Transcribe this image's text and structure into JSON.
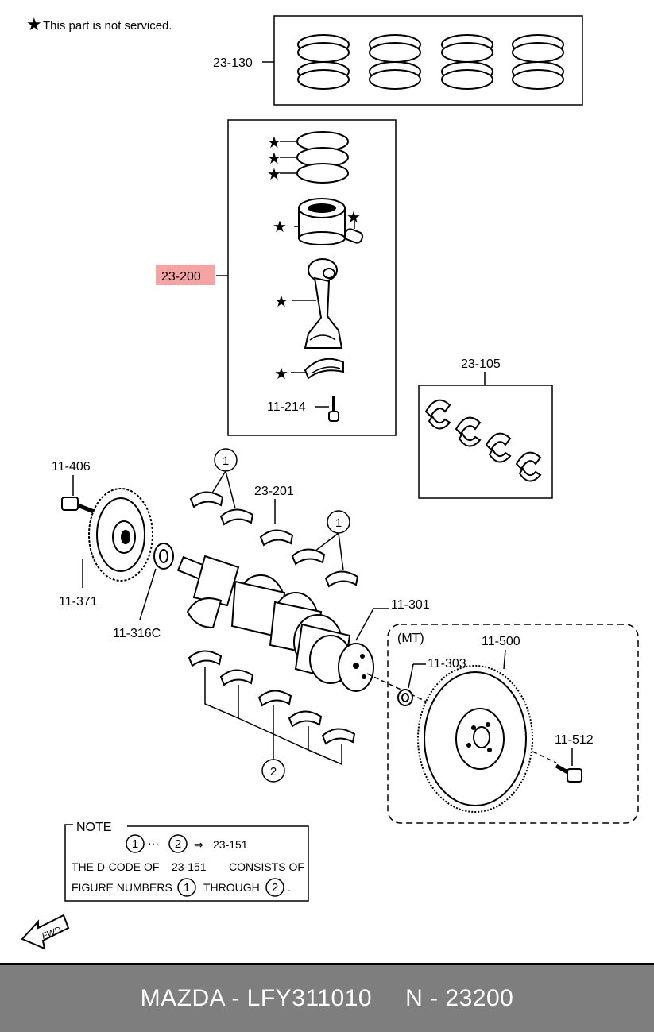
{
  "legend": {
    "star_note": "This part is not serviced."
  },
  "labels": {
    "rings_set": "23-130",
    "piston_assy": "23-200",
    "main_bearings": "23-105",
    "con_rod_bolt": "11-214",
    "pulley_bolt": "11-406",
    "pulley": "11-371",
    "oil_seal": "11-316C",
    "bearing_upper": "23-201",
    "crankshaft": "11-301",
    "mt_tag": "(MT)",
    "pilot_bearing": "11-303",
    "flywheel": "11-500",
    "flywheel_bolt": "11-512"
  },
  "callouts": {
    "one": "1",
    "two": "2"
  },
  "note": {
    "title": "NOTE",
    "dots": "···",
    "arrow": "⇒",
    "ref": "23-151",
    "line2_a": "THE D-CODE OF",
    "line2_b": "23-151",
    "line2_c": "CONSISTS OF",
    "line3_a": "FIGURE NUMBERS",
    "line3_b": "THROUGH",
    "line3_end": "."
  },
  "fwd": "FWD",
  "footer": {
    "brand_part": "MAZDA - LFY311010",
    "ref_code": "N - 23200"
  },
  "colors": {
    "highlight": "#f5a3a3",
    "footer_bg": "#7e7e7e",
    "footer_text": "#ffffff"
  }
}
